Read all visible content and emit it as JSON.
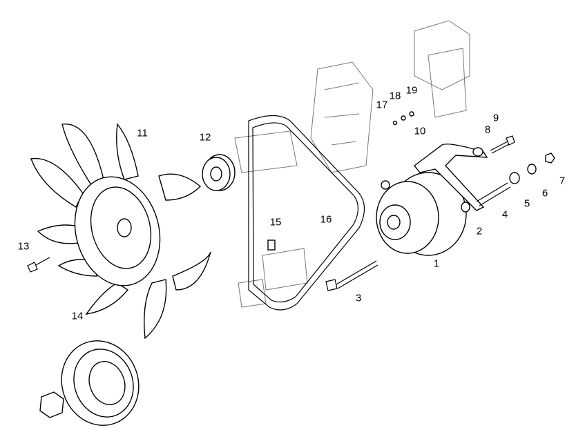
{
  "diagram": {
    "title": "Alternator, fan and drive belt exploded view",
    "callouts": [
      {
        "id": "1",
        "part": "alternator"
      },
      {
        "id": "2",
        "part": "washer"
      },
      {
        "id": "3",
        "part": "bolt"
      },
      {
        "id": "4",
        "part": "spacer-sleeve"
      },
      {
        "id": "5",
        "part": "washer"
      },
      {
        "id": "6",
        "part": "lock-washer"
      },
      {
        "id": "7",
        "part": "nut"
      },
      {
        "id": "8",
        "part": "adjusting-bracket"
      },
      {
        "id": "9",
        "part": "bolt"
      },
      {
        "id": "10",
        "part": "nut"
      },
      {
        "id": "11",
        "part": "fan"
      },
      {
        "id": "12",
        "part": "spacer"
      },
      {
        "id": "13",
        "part": "bolt"
      },
      {
        "id": "14",
        "part": "pulley"
      },
      {
        "id": "15",
        "part": "key"
      },
      {
        "id": "16",
        "part": "v-belt"
      },
      {
        "id": "17",
        "part": "bolt"
      },
      {
        "id": "18",
        "part": "washer"
      },
      {
        "id": "19",
        "part": "washer"
      }
    ]
  }
}
